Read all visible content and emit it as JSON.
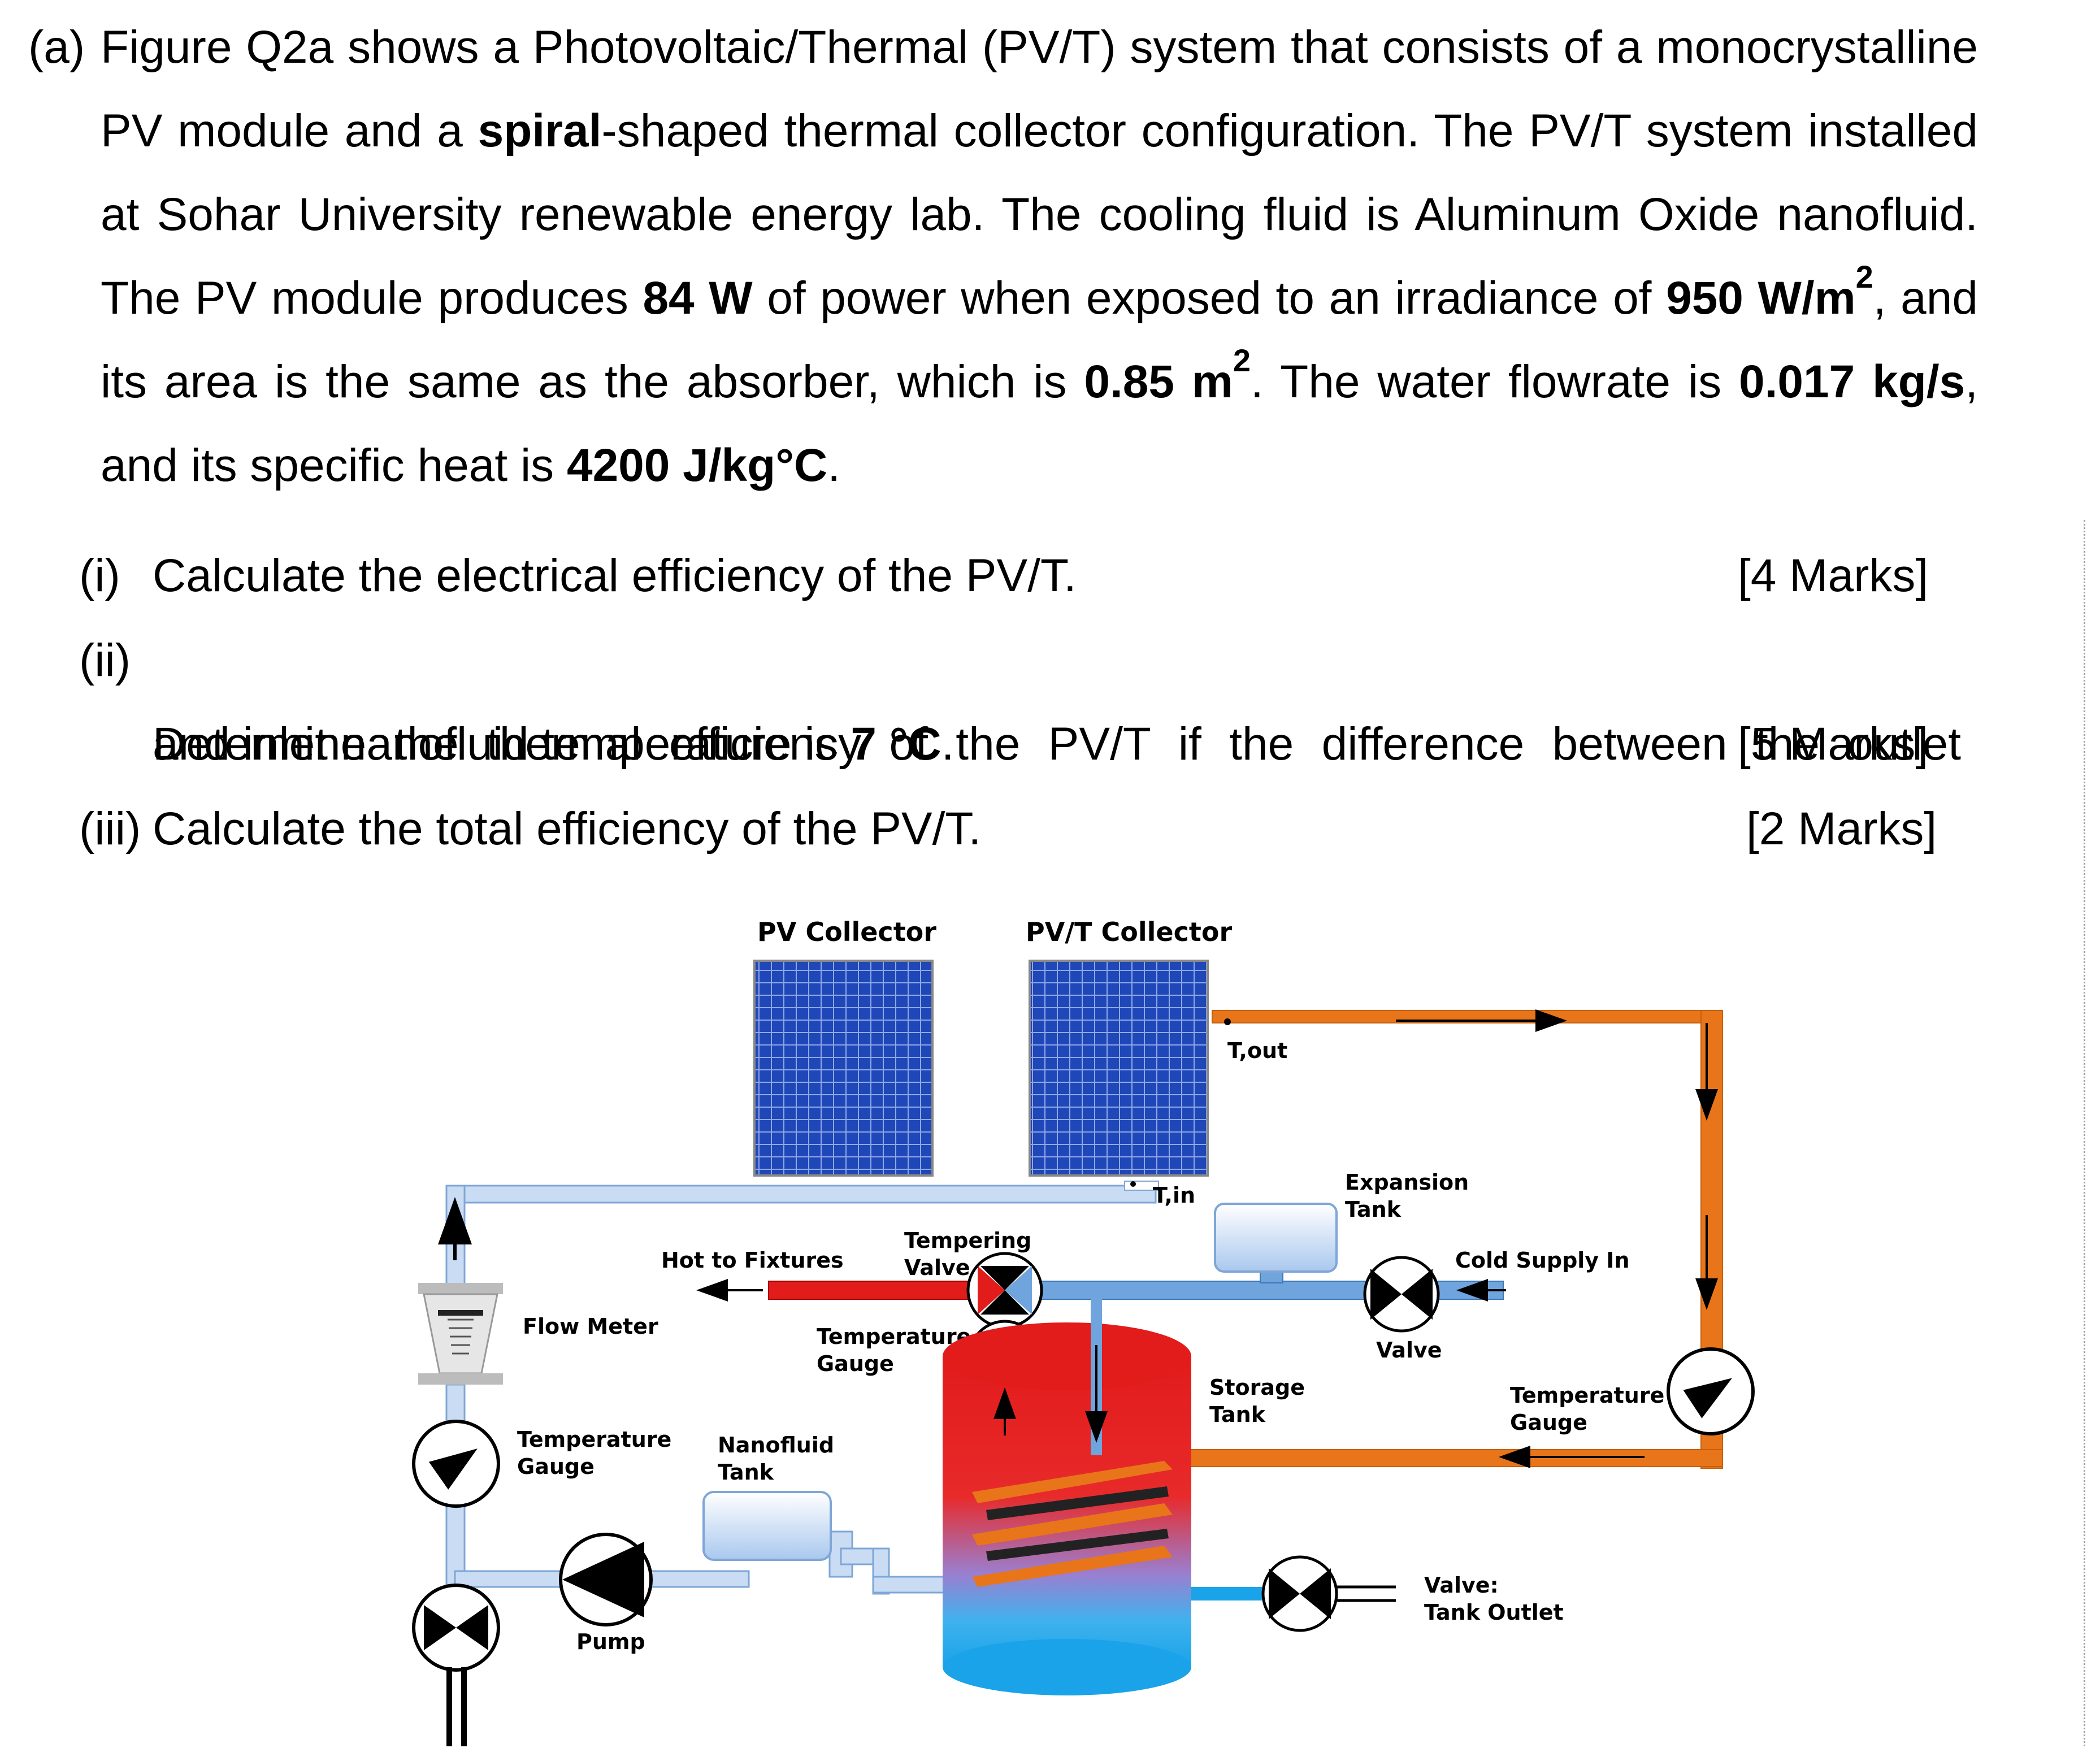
{
  "question": {
    "intro": {
      "label": "(a)",
      "segments": [
        {
          "t": "Figure Q2a shows a Photovoltaic/Thermal (PV/T) system that consists of a monocrystalline PV module and a ",
          "b": false
        },
        {
          "t": "spiral",
          "b": true
        },
        {
          "t": "-shaped thermal collector configuration. The PV/T system installed at Sohar University renewable energy lab. The cooling fluid is Aluminum Oxide nanofluid. The PV module produces ",
          "b": false
        },
        {
          "t": "84 W",
          "b": true
        },
        {
          "t": " of power when exposed to an irradiance of ",
          "b": false
        },
        {
          "t": "950 W/m",
          "b": true
        },
        {
          "t": "2",
          "b": true,
          "sup": true
        },
        {
          "t": ", and its area is the same as the absorber, which is ",
          "b": false
        },
        {
          "t": "0.85 m",
          "b": true
        },
        {
          "t": "2",
          "b": true,
          "sup": true
        },
        {
          "t": ". The water flowrate is ",
          "b": false
        },
        {
          "t": "0.017 kg/s",
          "b": true
        },
        {
          "t": ", and its specific heat is ",
          "b": false
        },
        {
          "t": "4200 J/kg°C",
          "b": true
        },
        {
          "t": ".",
          "b": false
        }
      ]
    },
    "parts": [
      {
        "label": "(i)",
        "text": "Calculate the electrical efficiency of the PV/T.",
        "marks": "[4 Marks]"
      },
      {
        "label": "(ii)",
        "text_line1": "Determine the thermal efficiency of the PV/T if the difference between the outlet",
        "text_line2_pre": "and inlet nanofluid temperature is ",
        "text_line2_bold": "7 °C",
        "text_line2_post": ".",
        "marks": "[5 Marks]"
      },
      {
        "label": "(iii)",
        "text": "Calculate the total efficiency of the PV/T.",
        "marks": "[2 Marks]"
      }
    ]
  },
  "figure": {
    "pv_collector": "PV Collector",
    "pvt_collector": "PV/T Collector",
    "t_out": "T,out",
    "t_in": "T,in",
    "expansion_tank": [
      "Expansion",
      "Tank"
    ],
    "hot_to_fixtures": "Hot to Fixtures",
    "tempering_valve": [
      "Tempering",
      "Valve"
    ],
    "cold_supply_in": "Cold Supply In",
    "flow_meter": "Flow Meter",
    "temperature_gauge_center": [
      "Temperature",
      "Gauge"
    ],
    "valve": "Valve",
    "storage_tank": [
      "Storage",
      "Tank"
    ],
    "temperature_gauge_right": [
      "Temperature",
      "Gauge"
    ],
    "temperature_gauge_left": [
      "Temperature",
      "Gauge"
    ],
    "nanofluid_tank": [
      "Nanofluid",
      "Tank"
    ],
    "valve_tank_outlet": [
      "Valve:",
      "Tank Outlet"
    ],
    "pump": "Pump",
    "colors": {
      "hot_pipe": "#e8751a",
      "cold_pipe": "#c9dcf3",
      "hot_water": "#e21b1b",
      "cold_water": "#1aa3e8",
      "panel": "#1f47b8"
    }
  }
}
